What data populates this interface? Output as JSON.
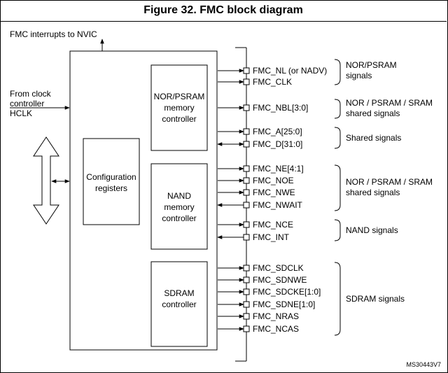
{
  "title": "Figure 32. FMC block diagram",
  "labels": {
    "interrupts": "FMC interrupts to NVIC",
    "clock_line1": "From clock",
    "clock_line2": "controller",
    "clock_line3": "HCLK",
    "config_line1": "Configuration",
    "config_line2": "registers",
    "nor_line1": "NOR/PSRAM",
    "nor_line2": "memory",
    "nor_line3": "controller",
    "nand_line1": "NAND",
    "nand_line2": "memory",
    "nand_line3": "controller",
    "sdram_line1": "SDRAM",
    "sdram_line2": "controller",
    "ref_code": "MS30443V7"
  },
  "pins": [
    {
      "name": "FMC_NL (or NADV)",
      "dir": "out"
    },
    {
      "name": "FMC_CLK",
      "dir": "out"
    },
    {
      "name": "FMC_NBL[3:0]",
      "dir": "out"
    },
    {
      "name": "FMC_A[25:0]",
      "dir": "out"
    },
    {
      "name": "FMC_D[31:0]",
      "dir": "bidir"
    },
    {
      "name": "FMC_NE[4:1]",
      "dir": "out"
    },
    {
      "name": "FMC_NOE",
      "dir": "out"
    },
    {
      "name": "FMC_NWE",
      "dir": "out"
    },
    {
      "name": "FMC_NWAIT",
      "dir": "in"
    },
    {
      "name": "FMC_NCE",
      "dir": "out"
    },
    {
      "name": "FMC_INT",
      "dir": "in"
    },
    {
      "name": "FMC_SDCLK",
      "dir": "out"
    },
    {
      "name": "FMC_SDNWE",
      "dir": "out"
    },
    {
      "name": "FMC_SDCKE[1:0]",
      "dir": "out"
    },
    {
      "name": "FMC_SDNE[1:0]",
      "dir": "out"
    },
    {
      "name": "FMC_NRAS",
      "dir": "out"
    },
    {
      "name": "FMC_NCAS",
      "dir": "out"
    }
  ],
  "groups": [
    {
      "line1": "NOR/PSRAM",
      "line2": "signals"
    },
    {
      "line1": "NOR / PSRAM / SRAM",
      "line2": "shared signals"
    },
    {
      "line1": "Shared signals",
      "line2": ""
    },
    {
      "line1": "NOR / PSRAM / SRAM",
      "line2": "shared signals"
    },
    {
      "line1": "NAND signals",
      "line2": ""
    },
    {
      "line1": "SDRAM signals",
      "line2": ""
    }
  ]
}
